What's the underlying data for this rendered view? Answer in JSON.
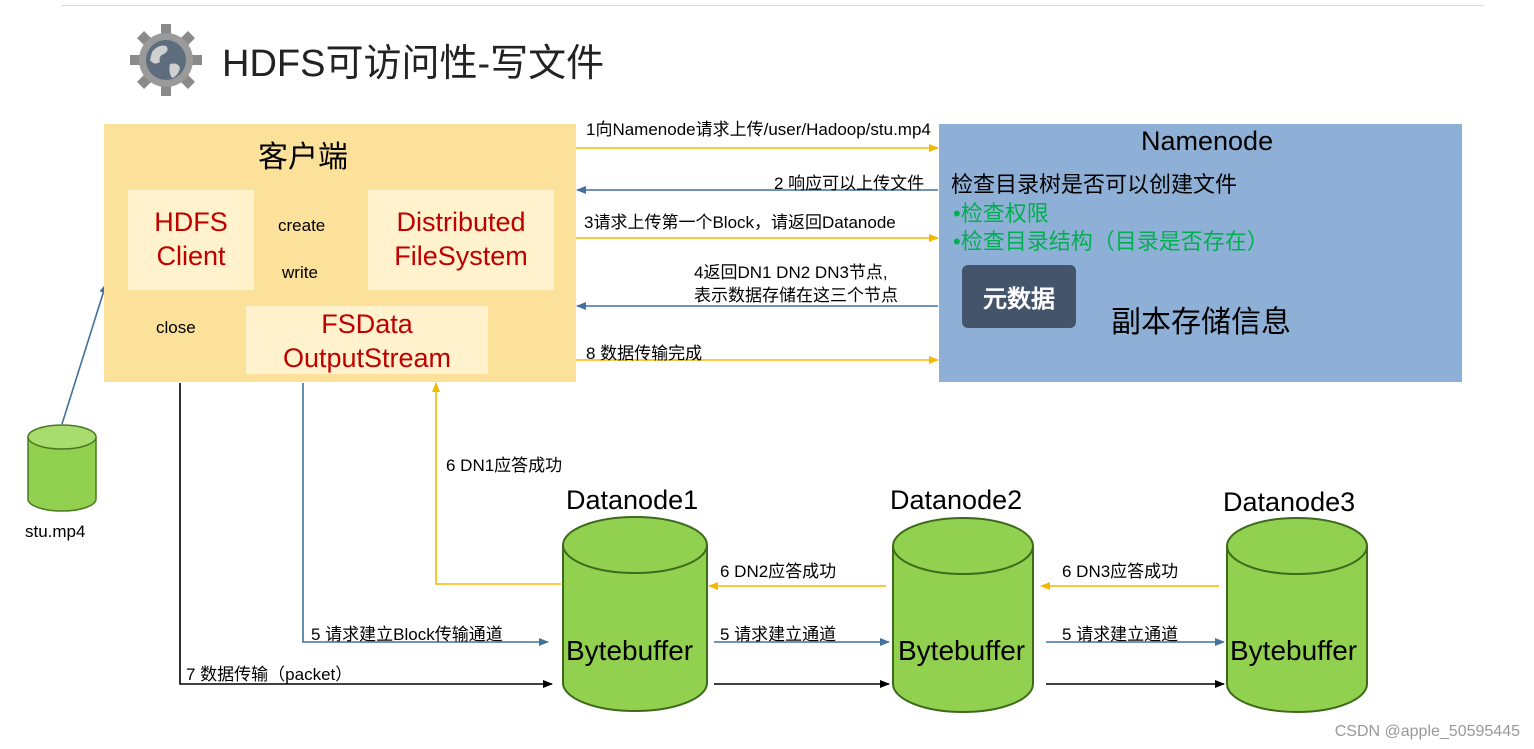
{
  "title": "HDFS可访问性-写文件",
  "client": {
    "title": "客户端",
    "hdfs_client": [
      "HDFS",
      "Client"
    ],
    "dfs": [
      "Distributed",
      "FileSystem"
    ],
    "fsdata": [
      "FSData",
      "OutputStream"
    ],
    "create": "create",
    "write": "write",
    "close": "close"
  },
  "file": {
    "name": "stu.mp4"
  },
  "namenode": {
    "title": "Namenode",
    "check": "检查目录树是否可以创建文件",
    "items": [
      "•检查权限",
      "•检查目录结构（目录是否存在）"
    ],
    "meta_button": "元数据",
    "replica": "副本存储信息"
  },
  "messages": {
    "m1": "1向Namenode请求上传/user/Hadoop/stu.mp4",
    "m2": "2 响应可以上传文件",
    "m3": "3请求上传第一个Block，请返回Datanode",
    "m4a": "4返回DN1 DN2 DN3节点,",
    "m4b": "表示数据存储在这三个节点",
    "m8": "8 数据传输完成",
    "m6dn1": "6 DN1应答成功",
    "m6dn2": "6 DN2应答成功",
    "m6dn3": "6 DN3应答成功",
    "m5a": "5 请求建立Block传输通道",
    "m5b": "5 请求建立通道",
    "m5c": "5 请求建立通道",
    "m7": "7 数据传输（packet）"
  },
  "datanodes": [
    {
      "name": "Datanode1",
      "buffer": "Bytebuffer"
    },
    {
      "name": "Datanode2",
      "buffer": "Bytebuffer"
    },
    {
      "name": "Datanode3",
      "buffer": "Bytebuffer"
    }
  ],
  "colors": {
    "client": "#fce19a",
    "inner": "#fff2cc",
    "namenode": "#8fb0d6",
    "meta": "#44546a",
    "cylinder": "#92d050",
    "arrow_blue": "#41719c",
    "arrow_orange": "#f5b800"
  },
  "watermark": "CSDN @apple_50595445"
}
